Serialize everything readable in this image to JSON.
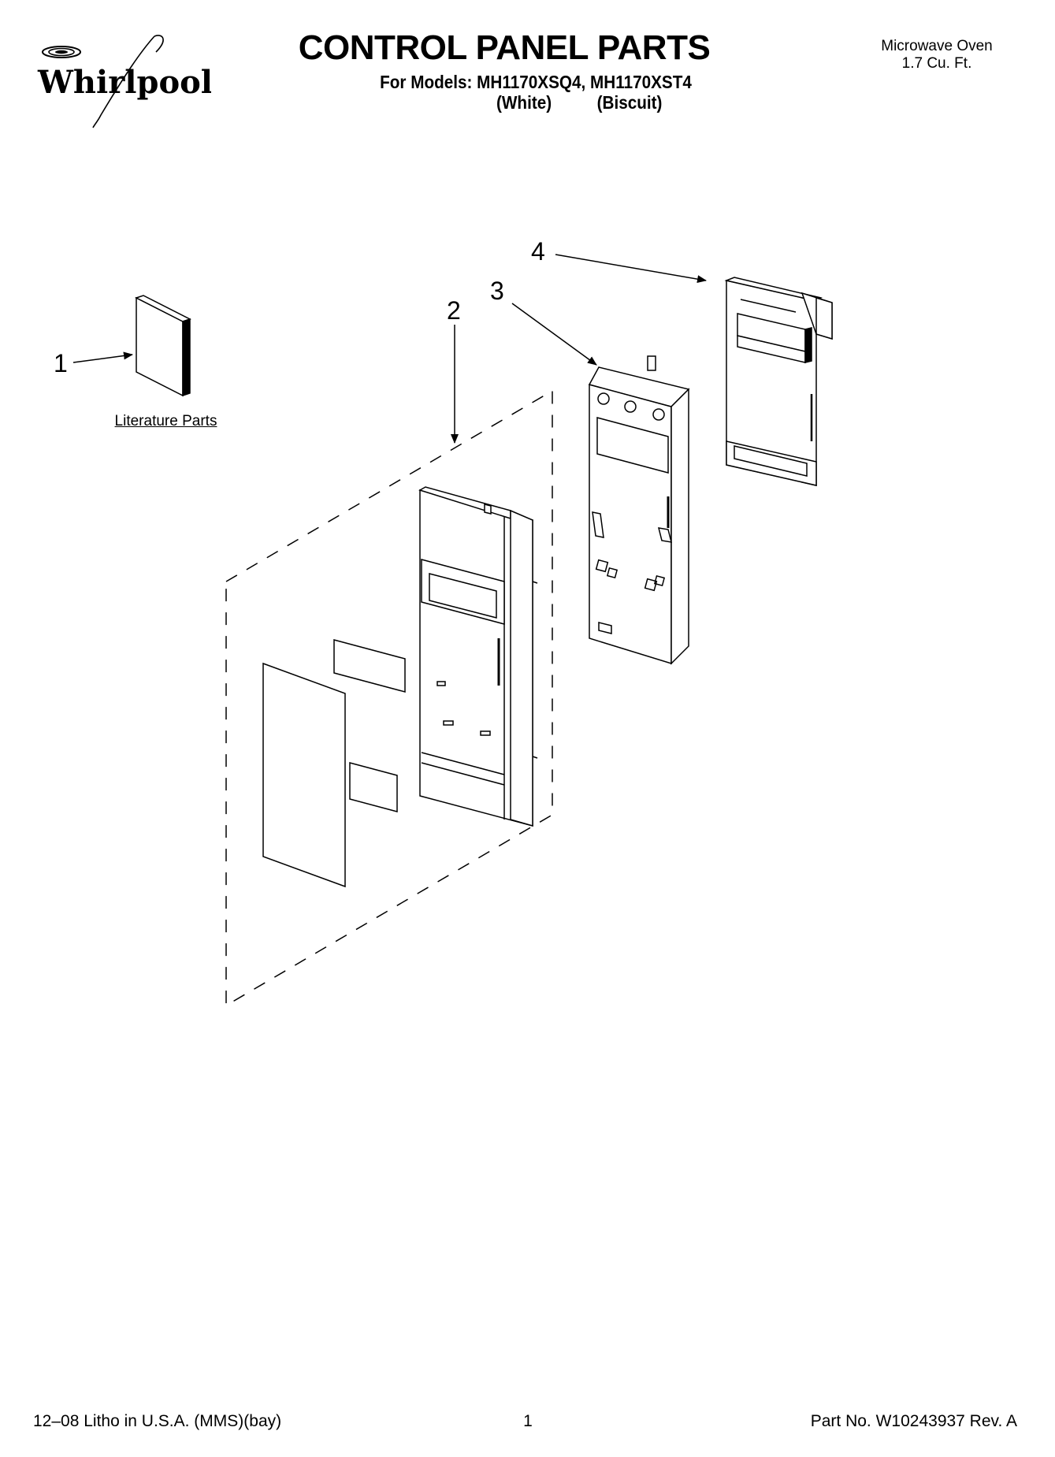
{
  "header": {
    "brand": "Whirlpool",
    "title": "CONTROL PANEL PARTS",
    "models_line": "For Models: MH1170XSQ4, MH1170XST4",
    "color_white": "(White)",
    "color_biscuit": "(Biscuit)",
    "product_type": "Microwave Oven",
    "capacity": "1.7 Cu. Ft."
  },
  "diagram": {
    "callouts": [
      "1",
      "2",
      "3",
      "4"
    ],
    "literature_label": "Literature Parts"
  },
  "footer": {
    "litho": "12–08 Litho in U.S.A. (MMS)(bay)",
    "page_number": "1",
    "part_number": "Part No. W10243937 Rev. A"
  }
}
